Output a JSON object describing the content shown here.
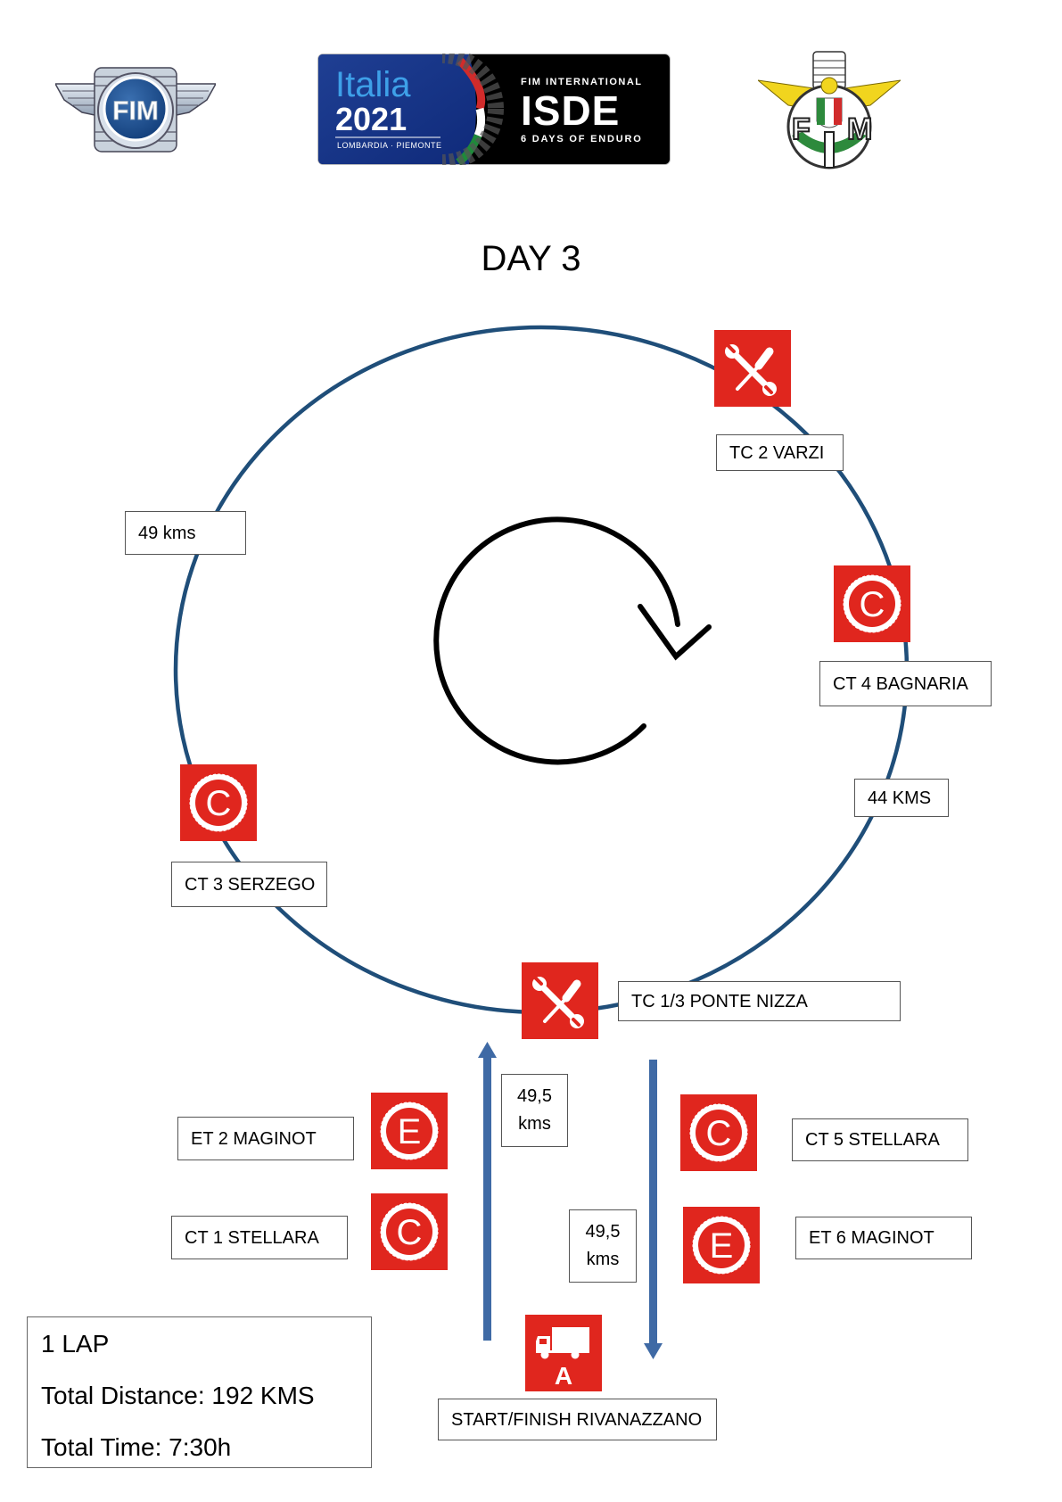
{
  "header": {
    "logo_left": {
      "name": "FIM",
      "text": "FIM"
    },
    "logo_center": {
      "brand_line1": "Italia",
      "brand_line2": "2021",
      "region": "LOMBARDIA · PIEMONTE",
      "org": "FIM INTERNATIONAL",
      "event": "ISDE",
      "tagline": "6 DAYS OF ENDURO"
    },
    "logo_right": {
      "name": "FMI",
      "letters": [
        "F",
        "M",
        "I"
      ]
    }
  },
  "title": "DAY 3",
  "colors": {
    "route": "#1f4e79",
    "sign_red": "#e0261e",
    "arrow_blue": "#3f6aa5"
  },
  "controls": [
    {
      "id": "tc2",
      "icon": "wrench-screwdriver-icon",
      "label": "TC 2 VARZI"
    },
    {
      "id": "ct4",
      "icon": "c-special-test-icon",
      "glyph": "C",
      "label": "CT 4 BAGNARIA"
    },
    {
      "id": "ct3",
      "icon": "c-special-test-icon",
      "glyph": "C",
      "label": "CT 3 SERZEGO"
    },
    {
      "id": "tc13",
      "icon": "wrench-screwdriver-icon",
      "label": "TC 1/3 PONTE NIZZA"
    },
    {
      "id": "et2",
      "icon": "e-special-test-icon",
      "glyph": "E",
      "label": "ET 2 MAGINOT"
    },
    {
      "id": "ct1",
      "icon": "c-special-test-icon",
      "glyph": "C",
      "label": "CT 1 STELLARA"
    },
    {
      "id": "ct5",
      "icon": "c-special-test-icon",
      "glyph": "C",
      "label": "CT 5 STELLARA"
    },
    {
      "id": "et6",
      "icon": "e-special-test-icon",
      "glyph": "E",
      "label": "ET 6 MAGINOT"
    },
    {
      "id": "start",
      "icon": "truck-paddock-icon",
      "glyph": "A",
      "label": "START/FINISH RIVANAZZANO"
    }
  ],
  "distances": {
    "left_arc": "49 kms",
    "right_arc": "44 KMS",
    "up_leg": [
      "49,5",
      "kms"
    ],
    "down_leg": [
      "49,5",
      "kms"
    ]
  },
  "summary": {
    "laps": "1 LAP",
    "distance": "Total Distance: 192 KMS",
    "time": "Total Time: 7:30h"
  }
}
